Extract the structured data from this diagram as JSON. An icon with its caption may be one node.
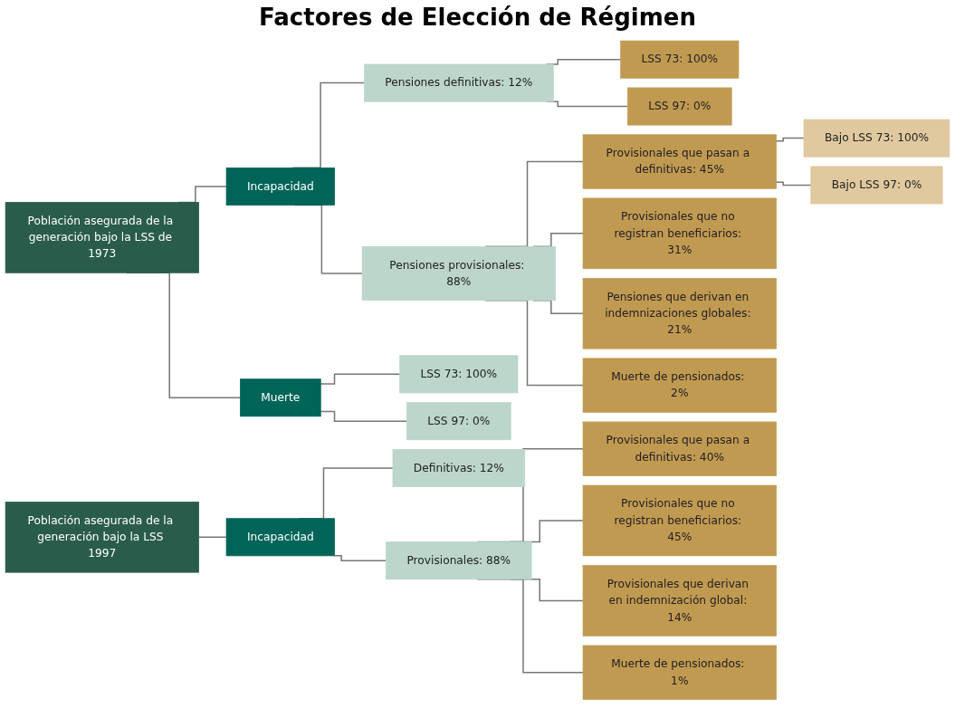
{
  "diagram": {
    "title": "Factores de Elección de Régimen",
    "nodes": [
      {
        "text": [
          "Población asegurada de la generación bajo la LSS de 1973"
        ]
      },
      {
        "text": [
          "Incapacidad"
        ]
      },
      {
        "text": [
          "Pensiones definitivas: 12%"
        ]
      },
      {
        "text": [
          "LSS 73: 100%"
        ]
      },
      {
        "text": [
          "LSS 97: 0%"
        ]
      },
      {
        "text": [
          "Pensiones provisionales: 88%"
        ]
      },
      {
        "text": [
          "Provisionales que pasan a definitivas: 45%"
        ]
      },
      {
        "text": [
          "Bajo LSS 73: 100%"
        ]
      },
      {
        "text": [
          "Bajo LSS 97: 0%"
        ]
      },
      {
        "text": [
          "Provisionales que no registran beneficiarios: 31%"
        ]
      },
      {
        "text": [
          "Pensiones que derivan en indemnizaciones globales: 21%"
        ]
      },
      {
        "text": [
          "Muerte de pensionados: 2%"
        ]
      },
      {
        "text": [
          "Muerte"
        ]
      },
      {
        "text": [
          "LSS 73: 100%"
        ]
      },
      {
        "text": [
          "LSS 97: 0%"
        ]
      },
      {
        "text": [
          "Población asegurada de la generación bajo la LSS 1997"
        ]
      },
      {
        "text": [
          "Incapacidad"
        ]
      },
      {
        "text": [
          "Definitivas: 12%"
        ]
      },
      {
        "text": [
          "Provisionales: 88%"
        ]
      },
      {
        "text": [
          "Provisionales que pasan a definitivas: 40%"
        ]
      },
      {
        "text": [
          "Provisionales que no registran beneficiarios: 45%"
        ]
      },
      {
        "text": [
          "Provisionales que derivan en indemnización global: 14%"
        ]
      },
      {
        "text": [
          "Muerte de pensionados: 1%"
        ]
      }
    ],
    "edges": [
      {
        "from": 0,
        "to": 1,
        "arrow": "none"
      },
      {
        "from": 0,
        "to": 12,
        "arrow": "none"
      },
      {
        "from": 1,
        "to": 2,
        "arrow": "none"
      },
      {
        "from": 1,
        "to": 5,
        "arrow": "none"
      },
      {
        "from": 2,
        "to": 3,
        "arrow": "none"
      },
      {
        "from": 2,
        "to": 4,
        "arrow": "none"
      },
      {
        "from": 5,
        "to": 6,
        "arrow": "none"
      },
      {
        "from": 5,
        "to": 9,
        "arrow": "none"
      },
      {
        "from": 5,
        "to": 10,
        "arrow": "none"
      },
      {
        "from": 5,
        "to": 11,
        "arrow": "none"
      },
      {
        "from": 6,
        "to": 7,
        "arrow": "none"
      },
      {
        "from": 6,
        "to": 8,
        "arrow": "none"
      },
      {
        "from": 12,
        "to": 13,
        "arrow": "none"
      },
      {
        "from": 12,
        "to": 14,
        "arrow": "none"
      },
      {
        "from": 15,
        "to": 16,
        "arrow": "none"
      },
      {
        "from": 16,
        "to": 17,
        "arrow": "none"
      },
      {
        "from": 16,
        "to": 18,
        "arrow": "none"
      },
      {
        "from": 18,
        "to": 19,
        "arrow": "none"
      },
      {
        "from": 18,
        "to": 20,
        "arrow": "none"
      },
      {
        "from": 18,
        "to": 21,
        "arrow": "none"
      },
      {
        "from": 18,
        "to": 22,
        "arrow": "none"
      }
    ]
  }
}
